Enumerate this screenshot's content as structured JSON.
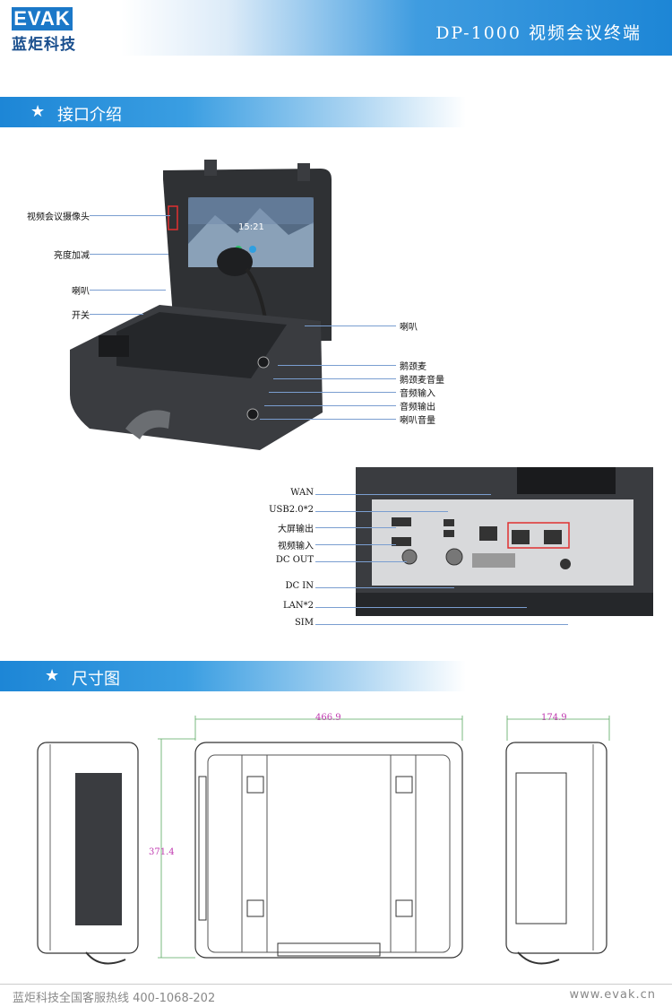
{
  "header": {
    "logo_en": "EVAK",
    "logo_cn": "蓝炬科技",
    "title": "DP-1000 视频会议终端"
  },
  "section1": {
    "star": "★",
    "title": "接口介绍"
  },
  "section2": {
    "star": "★",
    "title": "尺寸图"
  },
  "photo1": {
    "left_labels": [
      "视频会议摄像头",
      "亮度加减",
      "喇叭",
      "开关"
    ],
    "right_labels": [
      "喇叭",
      "鹅颈麦",
      "鹅颈麦音量",
      "音频输入",
      "音频输出",
      "喇叭音量"
    ],
    "screen_time": "15:21"
  },
  "photo2": {
    "labels": [
      "WAN",
      "USB2.0*2",
      "大屏输出",
      "视频输入",
      "DC OUT",
      "DC IN",
      "LAN*2",
      "SIM"
    ]
  },
  "dimensions": {
    "width": "466.9",
    "depth": "174.9",
    "height": "371.4"
  },
  "colors": {
    "accent": "#1d86d6",
    "dim": "#c03bb0",
    "leader": "#7a9ed0"
  },
  "footer": {
    "left": "蓝炬科技全国客服热线  400-1068-202",
    "right": "www.evak.cn"
  }
}
